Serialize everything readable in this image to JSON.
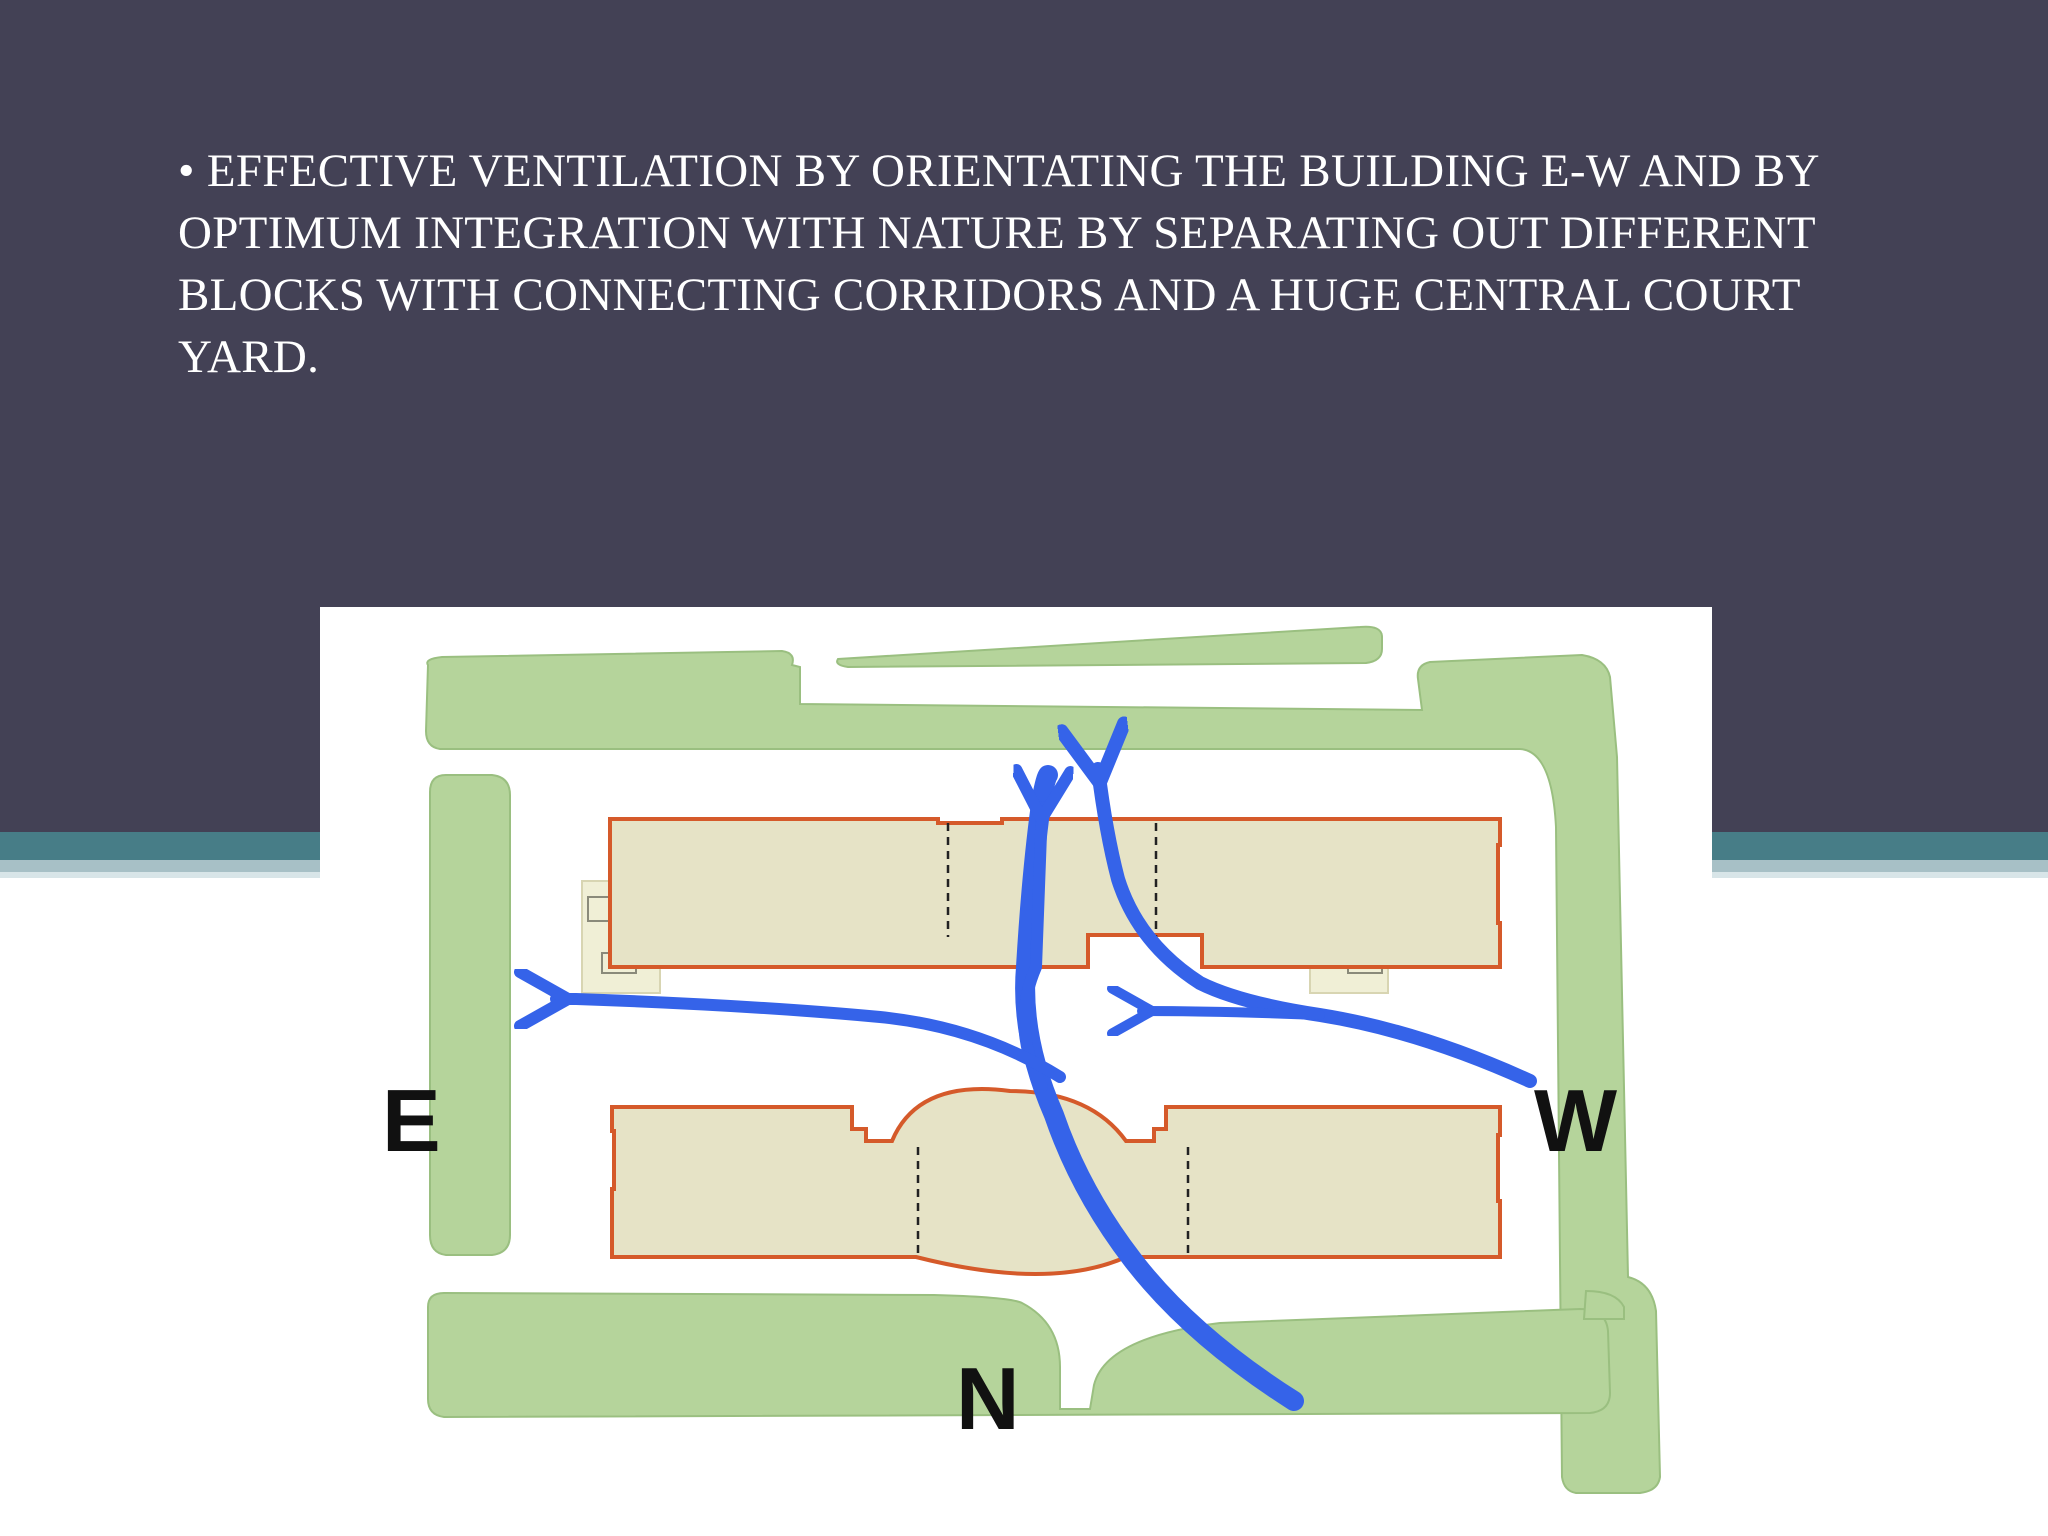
{
  "slide": {
    "bullet": "•",
    "text": "EFFECTIVE VENTILATION BY ORIENTATING THE BUILDING E-W AND BY OPTIMUM INTEGRATION WITH NATURE BY SEPARATING OUT DIFFERENT BLOCKS WITH CONNECTING CORRIDORS AND A HUGE CENTRAL COURT YARD."
  },
  "diagram": {
    "compass": {
      "east": "E",
      "west": "W",
      "north": "N"
    },
    "colors": {
      "header_bg": "#434155",
      "landscape_green": "#b5d49b",
      "block_fill": "#e6e3c6",
      "block_outline": "#d55a2a",
      "airflow_blue": "#3563e9",
      "stripe_teal": "#477d87"
    }
  }
}
